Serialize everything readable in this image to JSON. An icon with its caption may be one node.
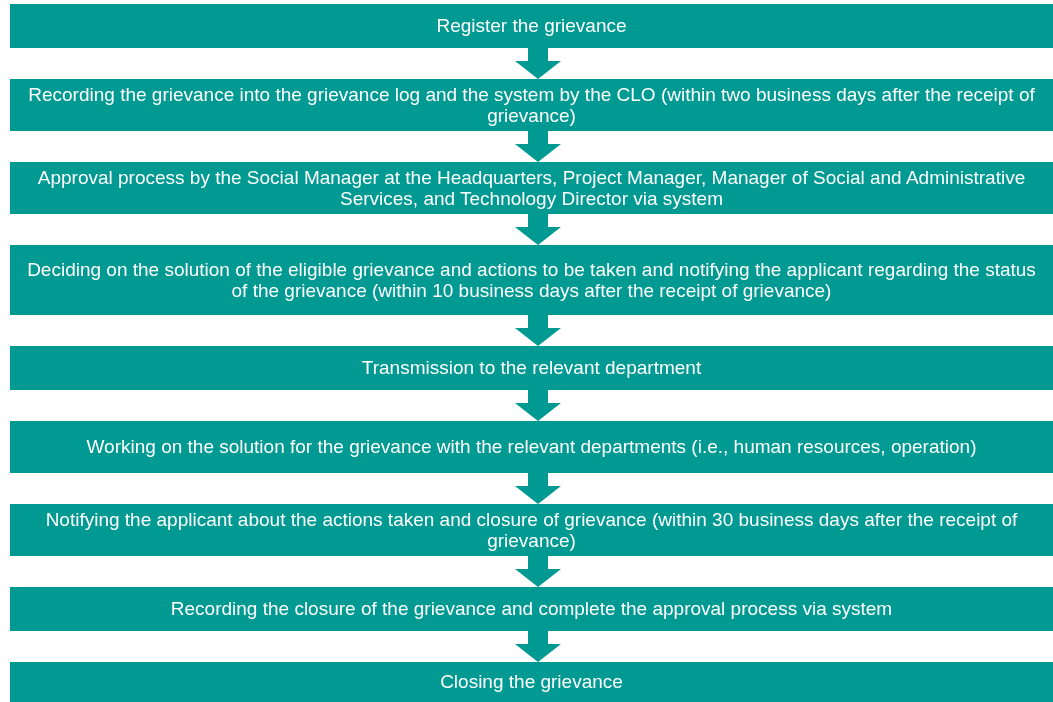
{
  "diagram": {
    "nodes": [
      {
        "text": [
          "Register the grievance"
        ]
      },
      {
        "text": [
          "Recording the grievance into the grievance log and the system by the CLO (within two business days after the receipt of grievance)"
        ]
      },
      {
        "text": [
          "Approval process by the Social Manager at the Headquarters, Project Manager, Manager of Social and Administrative Services, and Technology Director via system"
        ]
      },
      {
        "text": [
          "Deciding on the solution of the eligible grievance and actions to be taken and notifying the applicant regarding the status of the grievance (within 10 business days after the receipt of grievance)"
        ]
      },
      {
        "text": [
          "Transmission to the relevant department"
        ]
      },
      {
        "text": [
          "Working on the solution for the grievance with the relevant departments (i.e., human resources, operation)"
        ]
      },
      {
        "text": [
          "Notifying the applicant about the actions taken and closure of grievance (within 30 business days after the receipt of grievance)"
        ]
      },
      {
        "text": [
          "Recording the closure of the grievance and complete the approval process via system"
        ]
      },
      {
        "text": [
          "Closing the grievance"
        ]
      }
    ],
    "edges": [
      {
        "from": 0,
        "to": 1,
        "arrow": "to"
      },
      {
        "from": 1,
        "to": 2,
        "arrow": "to"
      },
      {
        "from": 2,
        "to": 3,
        "arrow": "to"
      },
      {
        "from": 3,
        "to": 4,
        "arrow": "to"
      },
      {
        "from": 4,
        "to": 5,
        "arrow": "to"
      },
      {
        "from": 5,
        "to": 6,
        "arrow": "to"
      },
      {
        "from": 6,
        "to": 7,
        "arrow": "to"
      },
      {
        "from": 7,
        "to": 8,
        "arrow": "to"
      }
    ]
  }
}
